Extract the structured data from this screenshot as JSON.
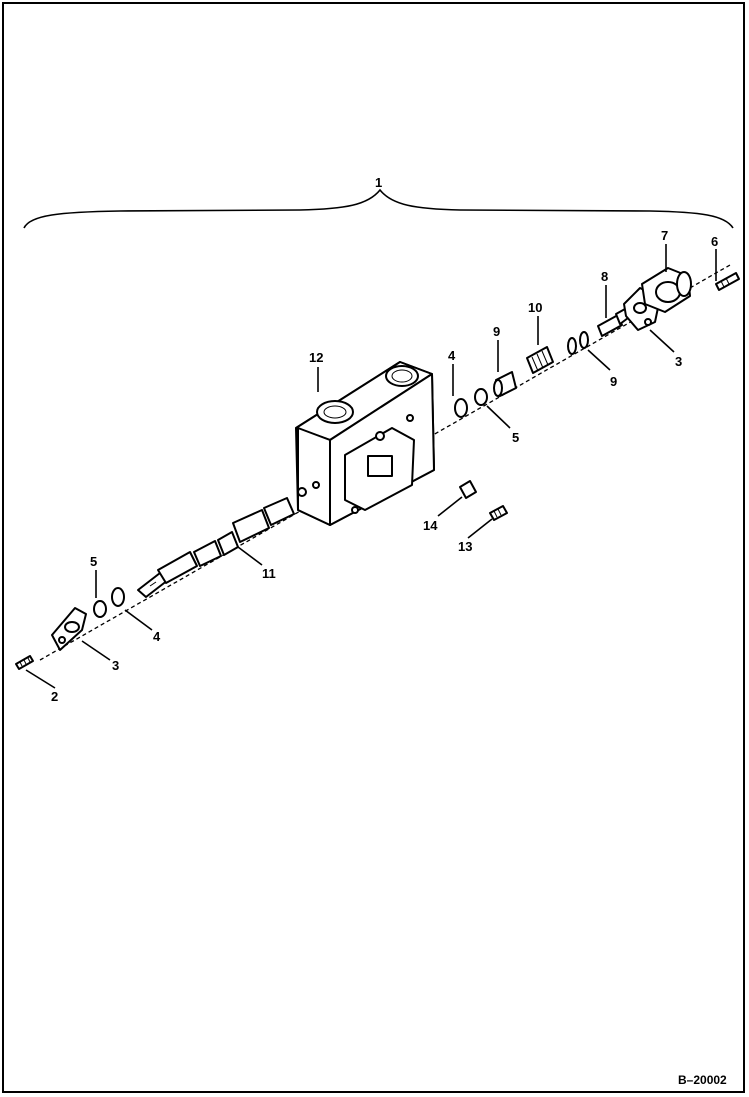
{
  "diagram": {
    "figure_ref": "B–20002",
    "callouts": [
      {
        "id": "c1",
        "text": "1"
      },
      {
        "id": "c2",
        "text": "2"
      },
      {
        "id": "c3a",
        "text": "3"
      },
      {
        "id": "c3b",
        "text": "3"
      },
      {
        "id": "c4a",
        "text": "4"
      },
      {
        "id": "c4b",
        "text": "4"
      },
      {
        "id": "c5a",
        "text": "5"
      },
      {
        "id": "c5b",
        "text": "5"
      },
      {
        "id": "c6",
        "text": "6"
      },
      {
        "id": "c7",
        "text": "7"
      },
      {
        "id": "c8",
        "text": "8"
      },
      {
        "id": "c9a",
        "text": "9"
      },
      {
        "id": "c9b",
        "text": "9"
      },
      {
        "id": "c10",
        "text": "10"
      },
      {
        "id": "c11",
        "text": "11"
      },
      {
        "id": "c12",
        "text": "12"
      },
      {
        "id": "c13",
        "text": "13"
      },
      {
        "id": "c14",
        "text": "14"
      }
    ]
  }
}
